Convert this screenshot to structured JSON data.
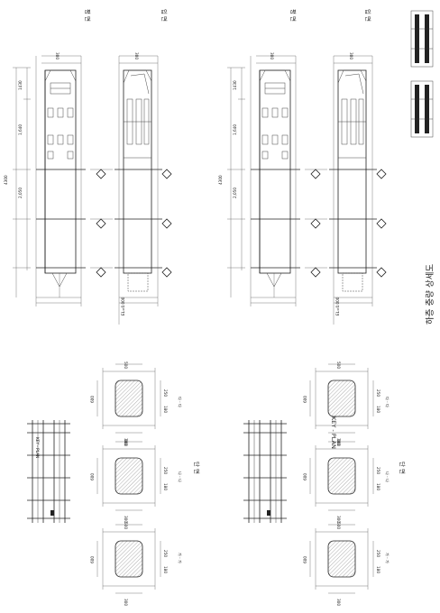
{
  "sheet": {
    "title": "하층 충량 상세도",
    "key_plan": "KEY - PLAN",
    "plan_label": "평  면",
    "elev_label": "입  면",
    "section_label": "단  면",
    "sec_ga": "가 - 가",
    "sec_na": "나 - 나",
    "sec_da": "다 - 다",
    "marks": [
      "가",
      "나",
      "다"
    ]
  }
}
